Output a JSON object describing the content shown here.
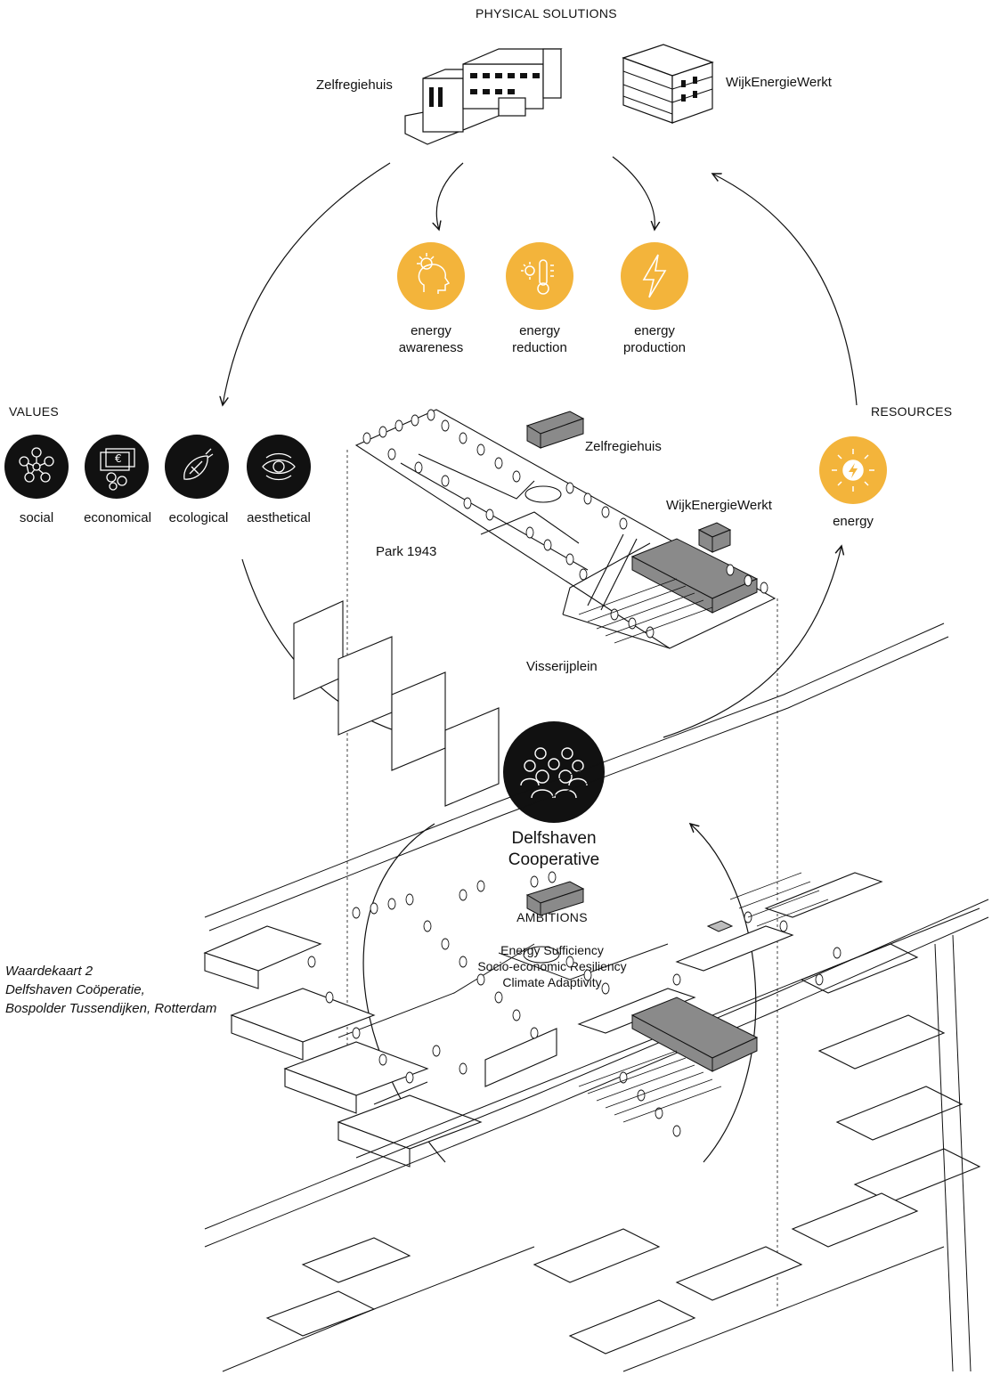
{
  "sections": {
    "physical": "PHYSICAL SOLUTIONS",
    "values": "VALUES",
    "resources": "RESOURCES",
    "ambitions": "AMBITIONS"
  },
  "buildings": {
    "zelfregiehuis": "Zelfregiehuis",
    "wijkenergiewerkt": "WijkEnergieWerkt"
  },
  "energy_icons": [
    {
      "line1": "energy",
      "line2": "awareness",
      "icon": "lightbulb-head-icon"
    },
    {
      "line1": "energy",
      "line2": "reduction",
      "icon": "thermometer-sun-icon"
    },
    {
      "line1": "energy",
      "line2": "production",
      "icon": "lightning-bolt-icon"
    }
  ],
  "values_items": [
    {
      "label": "social",
      "icon": "network-icon"
    },
    {
      "label": "economical",
      "icon": "euro-coins-icon"
    },
    {
      "label": "ecological",
      "icon": "bee-icon"
    },
    {
      "label": "aesthetical",
      "icon": "eye-icon"
    }
  ],
  "resources_item": {
    "label": "energy",
    "icon": "sun-bolt-icon"
  },
  "map_labels": {
    "zelfregiehuis": "Zelfregiehuis",
    "wijkenergiewerkt": "WijkEnergieWerkt",
    "park": "Park 1943",
    "plein": "Visserijplein"
  },
  "cooperative": {
    "line1": "Delfshaven",
    "line2": "Cooperative"
  },
  "ambitions": [
    "Energy Sufficiency",
    "Socio-economic Resiliency",
    "Climate Adaptivity"
  ],
  "caption": [
    "Waardekaart 2",
    "Delfshaven Coöperatie,",
    "Bospolder Tussendijken, Rotterdam"
  ],
  "colors": {
    "accent": "#F3B43B",
    "dark": "#111111",
    "building": "#8a8a8a"
  }
}
